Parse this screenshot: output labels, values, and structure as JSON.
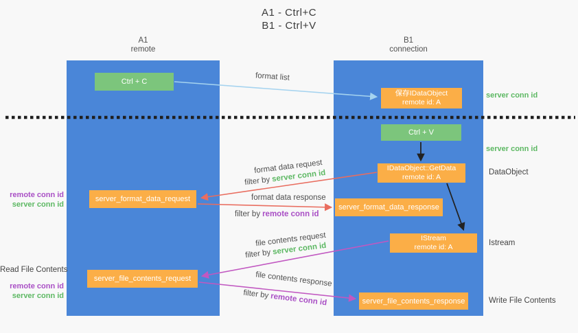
{
  "title": {
    "line1": "A1 - Ctrl+C",
    "line2": "B1 - Ctrl+V"
  },
  "columns": {
    "left": {
      "name": "A1",
      "subtitle": "remote"
    },
    "right": {
      "name": "B1",
      "subtitle": "connection"
    }
  },
  "nodes": {
    "ctrl_c": {
      "label": "Ctrl + C"
    },
    "save_dataobject": {
      "line1": "保存IDataObject",
      "line2": "remote id: A"
    },
    "ctrl_v": {
      "label": "Ctrl + V"
    },
    "getdata": {
      "line1": "IDataObject::GetData",
      "line2": "remote id: A"
    },
    "server_format_data_request": {
      "label": "server_format_data_request"
    },
    "server_format_data_response": {
      "label": "server_format_data_response"
    },
    "istream": {
      "line1": "IStream",
      "line2": "remote id: A"
    },
    "server_file_contents_request": {
      "label": "server_file_contents_request"
    },
    "server_file_contents_response": {
      "label": "server_file_contents_response"
    }
  },
  "annotations": {
    "server_conn_id_top": "server conn id",
    "server_conn_id_mid": "server conn id",
    "dataobject": "DataObject",
    "istream_side": "Istream",
    "write_file_contents": "Write File Contents",
    "read_file_contents": "Read File Contents",
    "left_pair_1": {
      "remote": "remote conn id",
      "server": "server conn id"
    },
    "left_pair_2": {
      "remote": "remote conn id",
      "server": "server conn id"
    }
  },
  "flow_labels": {
    "format_list": "format list",
    "format_data_request": "format data request",
    "format_data_request_filter": {
      "prefix": "filter by",
      "id": "server conn id"
    },
    "format_data_response": "format data response",
    "format_data_response_filter": {
      "prefix": "filter by",
      "id": "remote conn id"
    },
    "file_contents_request": "file contents request",
    "file_contents_request_filter": {
      "prefix": "filter by",
      "id": "server conn id"
    },
    "file_contents_response": "file contents response",
    "file_contents_response_filter": {
      "prefix": "filter by",
      "id": "remote conn id"
    }
  },
  "colors": {
    "column_blue": "#4a86d8",
    "box_green": "#7cc57c",
    "box_orange": "#fbae47",
    "text_green": "#5db863",
    "text_purple": "#a94fc5",
    "arrow_red": "#e96d5f",
    "arrow_magenta": "#c158c1",
    "arrow_lightblue": "#a5d3ef",
    "arrow_black": "#222222"
  }
}
